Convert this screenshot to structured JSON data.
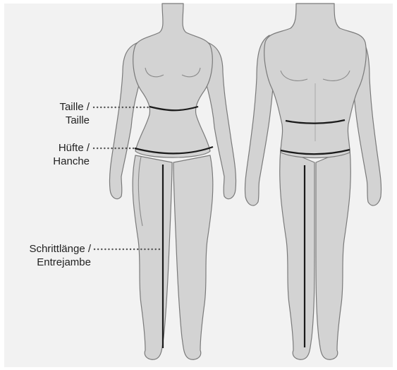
{
  "labels": {
    "waist": {
      "line1": "Taille /",
      "line2": "Taille"
    },
    "hip": {
      "line1": "Hüfte /",
      "line2": "Hanche"
    },
    "inseam": {
      "line1": "Schrittlänge /",
      "line2": "Entrejambe"
    }
  },
  "colors": {
    "background": "#f2f2f2",
    "body_fill": "#d3d3d3",
    "body_outline": "#7a7a7a",
    "measure_line": "#1a1a1a",
    "leader_dots": "#555555"
  }
}
